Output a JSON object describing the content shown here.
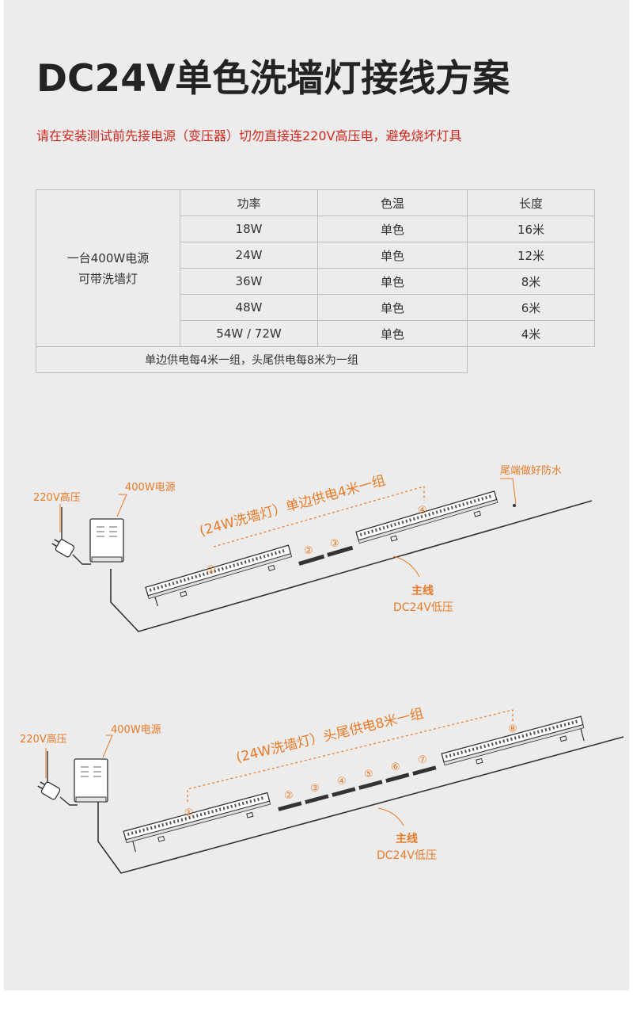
{
  "title": "DC24V单色洗墙灯接线方案",
  "warning": "请在安装测试前先接电源（变压器）切勿直接连220V高压电，避免烧坏灯具",
  "table": {
    "group_label_line1": "一台400W电源",
    "group_label_line2": "可带洗墙灯",
    "headers": [
      "功率",
      "色温",
      "长度"
    ],
    "rows": [
      [
        "18W",
        "单色",
        "16米"
      ],
      [
        "24W",
        "单色",
        "12米"
      ],
      [
        "36W",
        "单色",
        "8米"
      ],
      [
        "48W",
        "单色",
        "6米"
      ],
      [
        "54W / 72W",
        "单色",
        "4米"
      ]
    ],
    "footnote": "单边供电每4米一组，头尾供电每8米为一组"
  },
  "diagram1": {
    "high_voltage": "220V高压",
    "power_supply": "400W电源",
    "caption": "(24W洗墙灯）单边供电4米一组",
    "tail_note": "尾端做好防水",
    "main_line": "主线",
    "main_line_voltage": "DC24V低压",
    "numbers": [
      "①",
      "②",
      "③",
      "④"
    ]
  },
  "diagram2": {
    "high_voltage": "220V高压",
    "power_supply": "400W电源",
    "caption": "(24W洗墙灯）头尾供电8米一组",
    "main_line": "主线",
    "main_line_voltage": "DC24V低压",
    "numbers": [
      "①",
      "②",
      "③",
      "④",
      "⑤",
      "⑥",
      "⑦",
      "⑧"
    ]
  },
  "colors": {
    "accent": "#ea7a26",
    "warning": "#d3271d",
    "title": "#232323",
    "panel": "#ececec"
  }
}
